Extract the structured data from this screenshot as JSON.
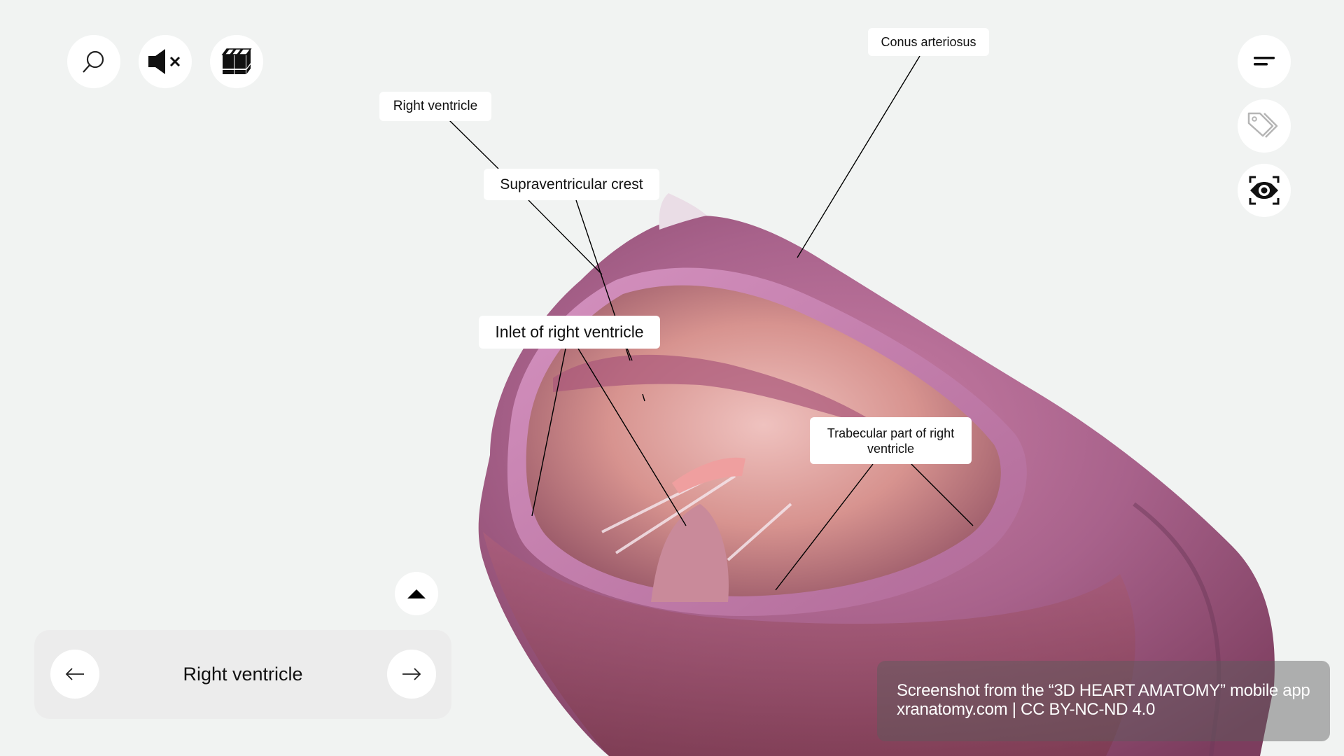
{
  "toolbar_left": {
    "search": {
      "icon": "search-icon"
    },
    "sound": {
      "icon": "sound-muted-icon"
    },
    "layers": {
      "icon": "layers-cube-icon"
    }
  },
  "toolbar_right": {
    "menu": {
      "icon": "menu-icon"
    },
    "labels": {
      "icon": "tags-icon",
      "state": "disabled"
    },
    "view": {
      "icon": "eye-focus-icon"
    }
  },
  "model": {
    "name": "Heart - right ventricle (3D model)",
    "colors": {
      "tissue_outer": "#b0668f",
      "tissue_inner": "#d98e96",
      "background": "#f1f3f2"
    }
  },
  "labels": [
    {
      "id": "right-ventricle",
      "text": "Right ventricle"
    },
    {
      "id": "supraventricular-crest",
      "text": "Supraventricular crest"
    },
    {
      "id": "conus-arteriosus",
      "text": "Conus arteriosus"
    },
    {
      "id": "inlet-right-ventricle",
      "text": "Inlet of right ventricle"
    },
    {
      "id": "trabecular-part",
      "text": "Trabecular part of right ventricle"
    }
  ],
  "navigator": {
    "prev_icon": "arrow-left-icon",
    "title": "Right ventricle",
    "next_icon": "arrow-right-icon",
    "expand_icon": "triangle-up-icon"
  },
  "watermark": {
    "line1": "Screenshot from the “3D HEART AMATOMY” mobile app",
    "line2": "xranatomy.com | CC BY-NC-ND 4.0"
  }
}
